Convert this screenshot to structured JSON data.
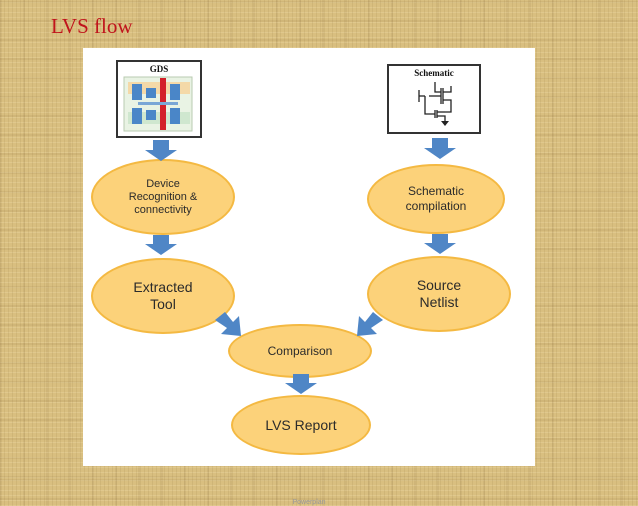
{
  "slide": {
    "title": "LVS flow",
    "footer": "Powerplan"
  },
  "inputs": {
    "gds_label": "GDS",
    "schematic_label": "Schematic"
  },
  "nodes": {
    "device_recognition": "Device\nRecognition &\nconnectivity",
    "extracted_tool": "Extracted\nTool",
    "schematic_compilation": "Schematic\ncompilation",
    "source_netlist": "Source\nNetlist",
    "comparison": "Comparison",
    "lvs_report": "LVS Report"
  },
  "colors": {
    "title": "#c0141c",
    "node_fill": "#fcd27a",
    "node_border": "#f4b942",
    "arrow": "#4f86c6"
  }
}
